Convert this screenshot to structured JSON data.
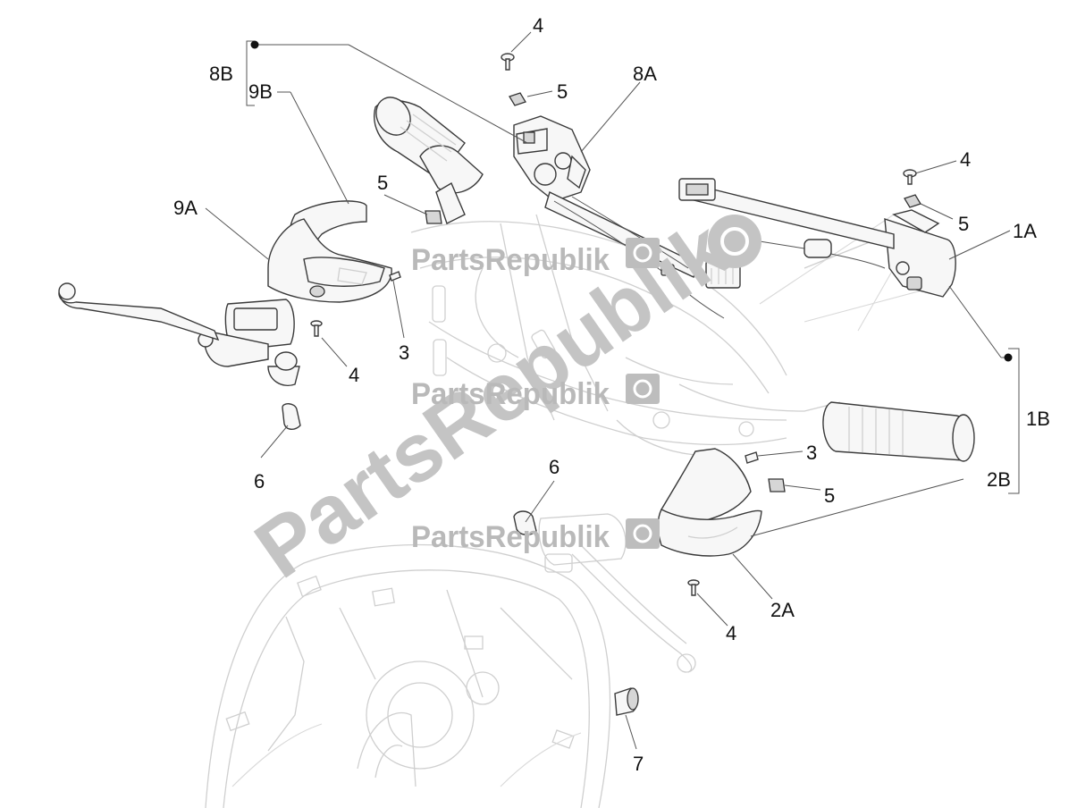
{
  "watermark": {
    "brand": "PartsRepublik"
  },
  "callouts": {
    "c_8b": "8B",
    "c_9b": "9B",
    "c_9a": "9A",
    "c_4_top": "4",
    "c_5_top": "5",
    "c_8a": "8A",
    "c_5_left": "5",
    "c_4_right": "4",
    "c_5_right": "5",
    "c_1a": "1A",
    "c_3_left": "3",
    "c_4_left": "4",
    "c_6_left": "6",
    "c_1b": "1B",
    "c_3_right": "3",
    "c_6_mid": "6",
    "c_2b": "2B",
    "c_5_lower": "5",
    "c_2a": "2A",
    "c_4_lower": "4",
    "c_7": "7"
  },
  "colors": {
    "line": "#3a3a3a",
    "ghost": "#cfcfcf",
    "watermark": "#bdbdbd"
  }
}
